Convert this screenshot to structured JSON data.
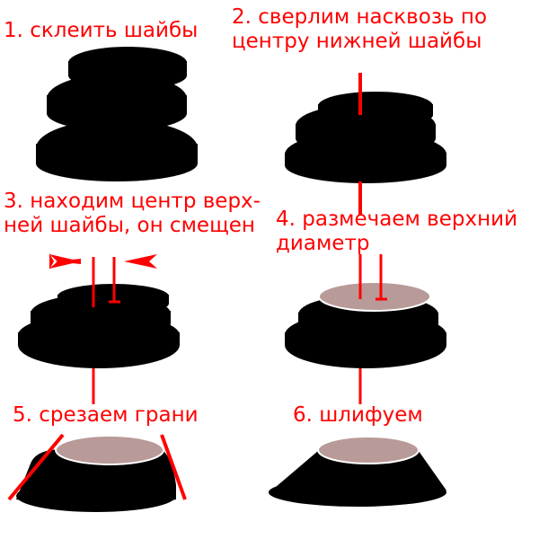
{
  "steps": [
    {
      "caption_lines": [
        "1. склеить шайбы"
      ]
    },
    {
      "caption_lines": [
        "2. сверлим насквозь по",
        "центру нижней шайбы"
      ]
    },
    {
      "caption_lines": [
        "3. находим центр верх-",
        "ней шайбы, он смещен"
      ]
    },
    {
      "caption_lines": [
        "4. размечаем верхний",
        "диаметр"
      ]
    },
    {
      "caption_lines": [
        "5. срезаем грани"
      ]
    },
    {
      "caption_lines": [
        "6. шлифуем"
      ]
    }
  ],
  "colors": {
    "text": "#ff0000",
    "washer": "#000000",
    "marking": "#ff0000",
    "top_face": "#b89a98",
    "top_face_outline": "#ffffff"
  }
}
